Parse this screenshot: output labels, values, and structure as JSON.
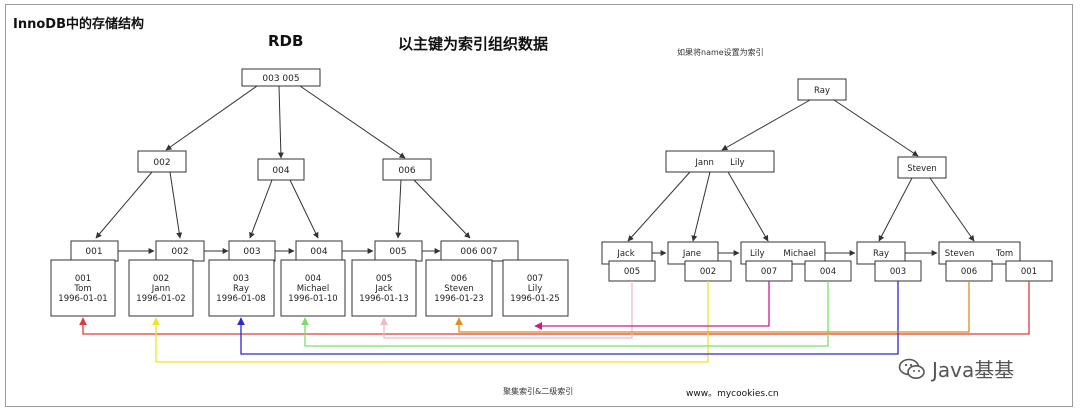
{
  "title": "InnoDB中的存储结构",
  "rdb_heading": "RDB",
  "pk_heading": "以主键为索引组织数据",
  "name_index_heading": "如果将name设置为索引",
  "bottom_caption": "聚集索引&二级索引",
  "website": "www。mycookies.cn",
  "watermark": "Java基基",
  "colors": {
    "line": "#333333",
    "red": "#e03a3a",
    "yellow": "#f2e22a",
    "blue": "#2a2ad0",
    "green": "#7adf6a",
    "pink": "#f2b9c6",
    "orange": "#e58a1c",
    "magenta": "#cc1a8a"
  },
  "clustered": {
    "root": "003  005",
    "level2": [
      "002",
      "004",
      "006"
    ],
    "leaf_keys": [
      "001",
      "002",
      "003",
      "004",
      "005",
      "006  007"
    ],
    "records": [
      {
        "id": "001",
        "name": "Tom",
        "date": "1996-01-01"
      },
      {
        "id": "002",
        "name": "Jann",
        "date": "1996-01-02"
      },
      {
        "id": "003",
        "name": "Ray",
        "date": "1996-01-08"
      },
      {
        "id": "004",
        "name": "Michael",
        "date": "1996-01-10"
      },
      {
        "id": "005",
        "name": "Jack",
        "date": "1996-01-13"
      },
      {
        "id": "006",
        "name": "Steven",
        "date": "1996-01-23"
      },
      {
        "id": "007",
        "name": "Lily",
        "date": "1996-01-25"
      }
    ]
  },
  "secondary": {
    "root": "Ray",
    "level2": [
      "Jann      Lily",
      "Steven"
    ],
    "leaf_names": [
      "Jack",
      "Jane",
      "Lily       Michael",
      "Ray",
      "Steven        Tom"
    ],
    "leaf_ids": [
      "005",
      "002",
      "007",
      "004",
      "003",
      "006",
      "001"
    ]
  }
}
